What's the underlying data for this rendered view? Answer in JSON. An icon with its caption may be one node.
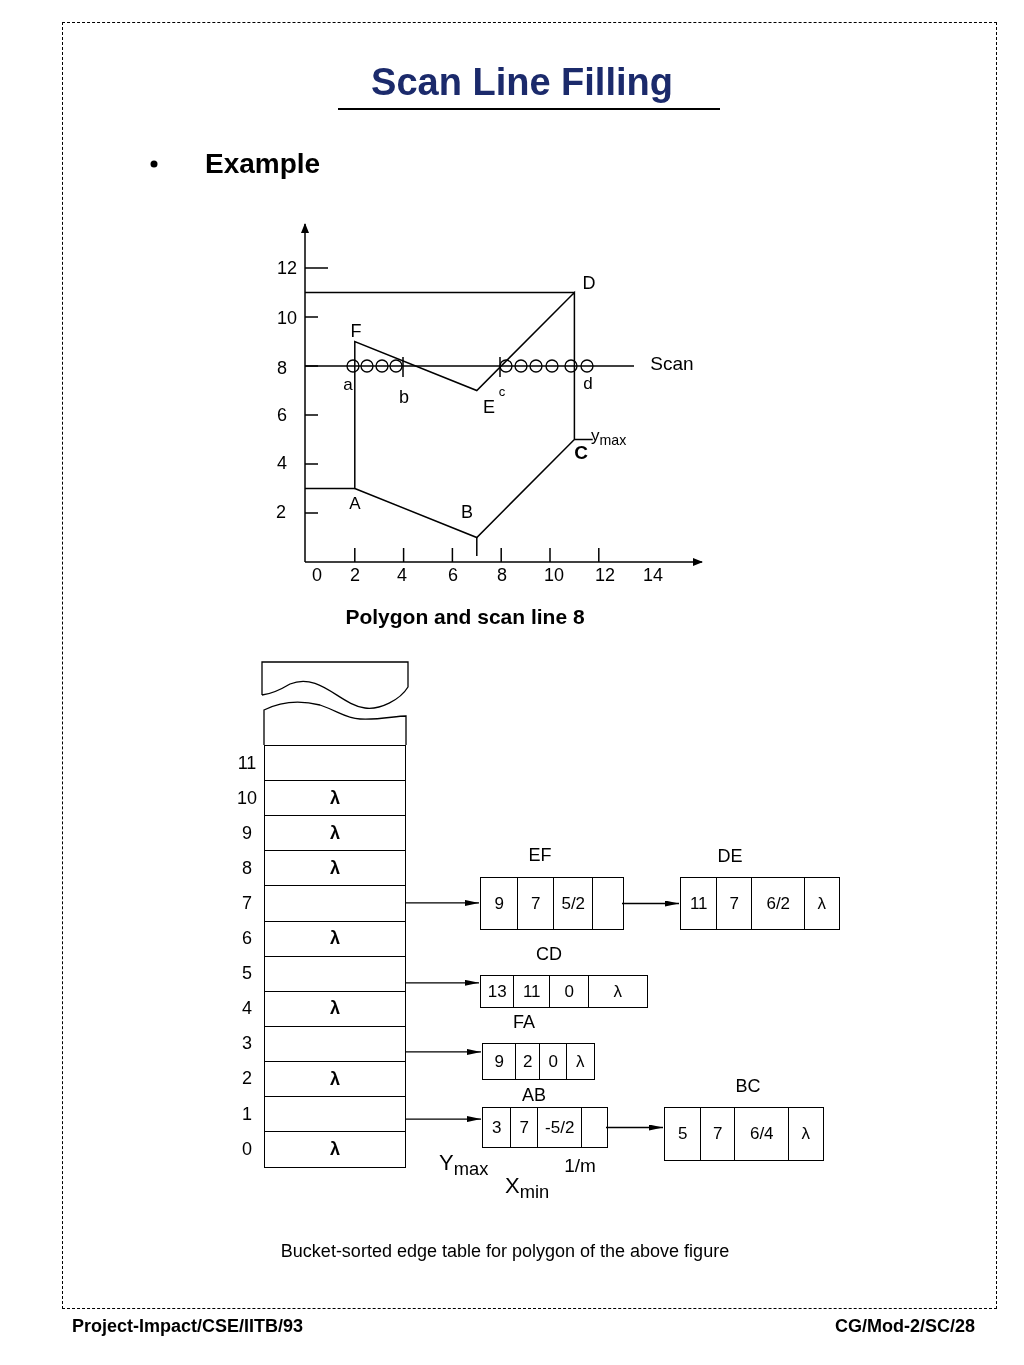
{
  "diagram": {
    "title": "Scan Line Filling",
    "nodes": [
      {
        "text": [],
        "shape": "box",
        "beside": [
          "11"
        ]
      },
      {
        "text": [
          "λ"
        ],
        "beside": [
          "10"
        ]
      },
      {
        "text": [
          "λ"
        ],
        "beside": [
          "9"
        ]
      },
      {
        "text": [
          "λ"
        ],
        "beside": [
          "8"
        ]
      },
      {
        "text": [],
        "shape": "box",
        "beside": [
          "7"
        ]
      },
      {
        "text": [
          "λ"
        ],
        "beside": [
          "6"
        ]
      },
      {
        "text": [],
        "shape": "box",
        "beside": [
          "5"
        ]
      },
      {
        "text": [
          "λ"
        ],
        "beside": [
          "4"
        ]
      },
      {
        "text": [],
        "shape": "box",
        "beside": [
          "3"
        ]
      },
      {
        "text": [
          "λ"
        ],
        "beside": [
          "2"
        ]
      },
      {
        "text": [],
        "shape": "box",
        "beside": [
          "1"
        ]
      },
      {
        "text": [
          "λ"
        ],
        "beside": [
          "0"
        ]
      },
      {
        "text": [
          "EF",
          "9",
          "7",
          "5/2"
        ]
      },
      {
        "text": [
          "DE",
          "11",
          "7",
          "6/2",
          "λ"
        ]
      },
      {
        "text": [
          "CD",
          "13",
          "11",
          "0",
          "λ"
        ]
      },
      {
        "text": [
          "FA",
          "9",
          "2",
          "0",
          "λ"
        ]
      },
      {
        "text": [
          "AB",
          "3",
          "7",
          "-5/2"
        ]
      },
      {
        "text": [
          "BC",
          "5",
          "7",
          "6/4",
          "λ"
        ]
      }
    ],
    "edges": [
      {
        "from": 4,
        "to": 12,
        "arrow": "to"
      },
      {
        "from": 12,
        "to": 13,
        "arrow": "to"
      },
      {
        "from": 6,
        "to": 14,
        "arrow": "to"
      },
      {
        "from": 8,
        "to": 15,
        "arrow": "to"
      },
      {
        "from": 10,
        "to": 16,
        "arrow": "to"
      },
      {
        "from": 16,
        "to": 17,
        "arrow": "to"
      }
    ],
    "labels": [
      "Example",
      "12",
      "D",
      "10",
      "F",
      "8",
      "Scan",
      "a",
      "d",
      "b",
      "E",
      "c",
      "6",
      "y$_{max}$",
      "C",
      "4",
      "A",
      "2",
      "B",
      "0",
      "2",
      "4",
      "6",
      "8",
      "10",
      "12",
      "14",
      "Polygon and scan line 8",
      "Y$_{max}$",
      "1/m",
      "X$_{min}$",
      "Bucket-sorted edge table for polygon of the above figure",
      "Project-Impact/CSE/IITB/93",
      "CG/Mod-2/SC/28"
    ]
  }
}
